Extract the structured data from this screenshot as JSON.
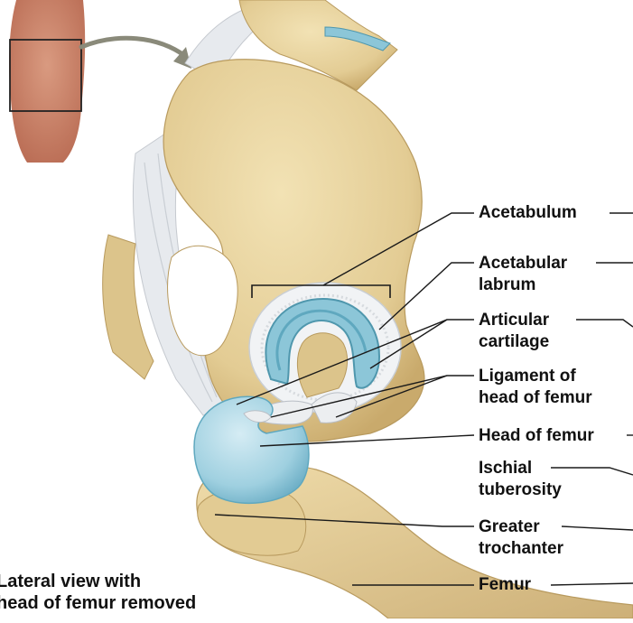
{
  "labels": {
    "acetabulum": "Acetabulum",
    "acetabular_labrum_1": "Acetabular",
    "acetabular_labrum_2": "labrum",
    "articular_cartilage_1": "Articular",
    "articular_cartilage_2": "cartilage",
    "ligament_1": "Ligament of",
    "ligament_2": "head of femur",
    "head_of_femur": "Head of femur",
    "ischial_1": "Ischial",
    "ischial_2": "tuberosity",
    "greater_trochanter_1": "Greater",
    "greater_trochanter_2": "trochanter",
    "femur": "Femur"
  },
  "caption": {
    "line1": "Lateral view with",
    "line2": "head of femur removed"
  },
  "colors": {
    "bone": "#e8d4a0",
    "bone_shadow": "#c9aa6c",
    "cartilage": "#8cc6d8",
    "cartilage_dark": "#4f97ad",
    "ligament": "#eceef0",
    "skin": "#c9826a",
    "leader": "#1a1a1a"
  }
}
